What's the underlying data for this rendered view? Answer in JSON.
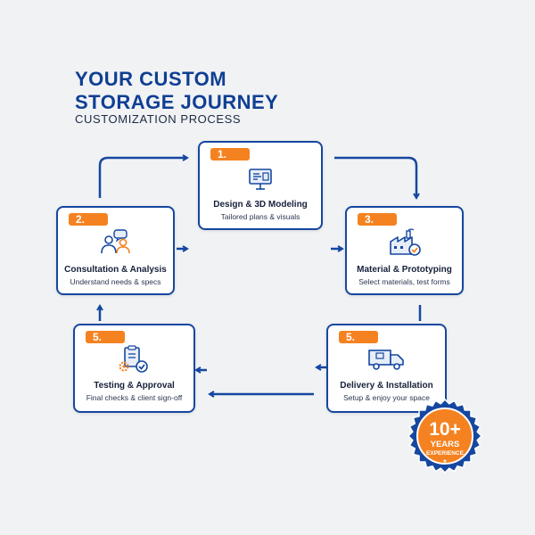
{
  "header": {
    "title_line1": "YOUR CUSTOM",
    "title_line2": "STORAGE JOURNEY",
    "subtitle": "CUSTOMIZATION PROCESS"
  },
  "steps": [
    {
      "number": "1.",
      "title": "Design & 3D Modeling",
      "subtitle": "Tailored plans & visuals",
      "icon": "design-board-icon"
    },
    {
      "number": "2.",
      "title": "Consultation & Analysis",
      "subtitle": "Understand needs & specs",
      "icon": "consultation-icon"
    },
    {
      "number": "3.",
      "title": "Material & Prototyping",
      "subtitle": "Select materials, test forms",
      "icon": "factory-icon"
    },
    {
      "number": "5.",
      "title": "Testing & Approval",
      "subtitle": "Final checks & client sign-off",
      "icon": "checklist-icon"
    },
    {
      "number": "5.",
      "title": "Delivery & Installation",
      "subtitle": "Setup & enjoy your space",
      "icon": "delivery-truck-icon"
    }
  ],
  "badge": {
    "value": "10+",
    "line1": "YEARS",
    "line2": "EXPERIENCE",
    "star": "★"
  },
  "colors": {
    "primary_blue": "#1547a0",
    "accent_orange": "#f58220",
    "background": "#f1f2f4"
  }
}
